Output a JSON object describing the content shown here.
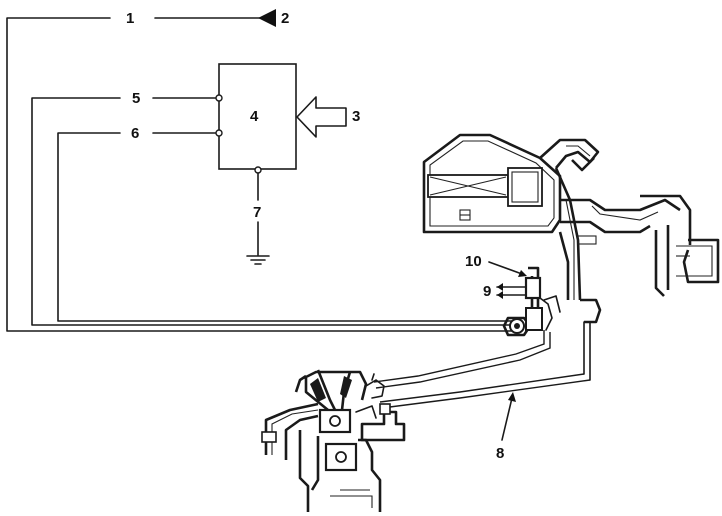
{
  "callouts": {
    "c1": "1",
    "c2": "2",
    "c3": "3",
    "c4": "4",
    "c5": "5",
    "c6": "6",
    "c7": "7",
    "c8": "8",
    "c9": "9",
    "c10": "10"
  },
  "colors": {
    "line": "#1a1a1a",
    "background": "#ffffff"
  },
  "icons": {
    "ground": "ground-icon",
    "input_arrow": "input-arrow-icon",
    "terminal_triangle": "terminal-triangle-icon"
  }
}
